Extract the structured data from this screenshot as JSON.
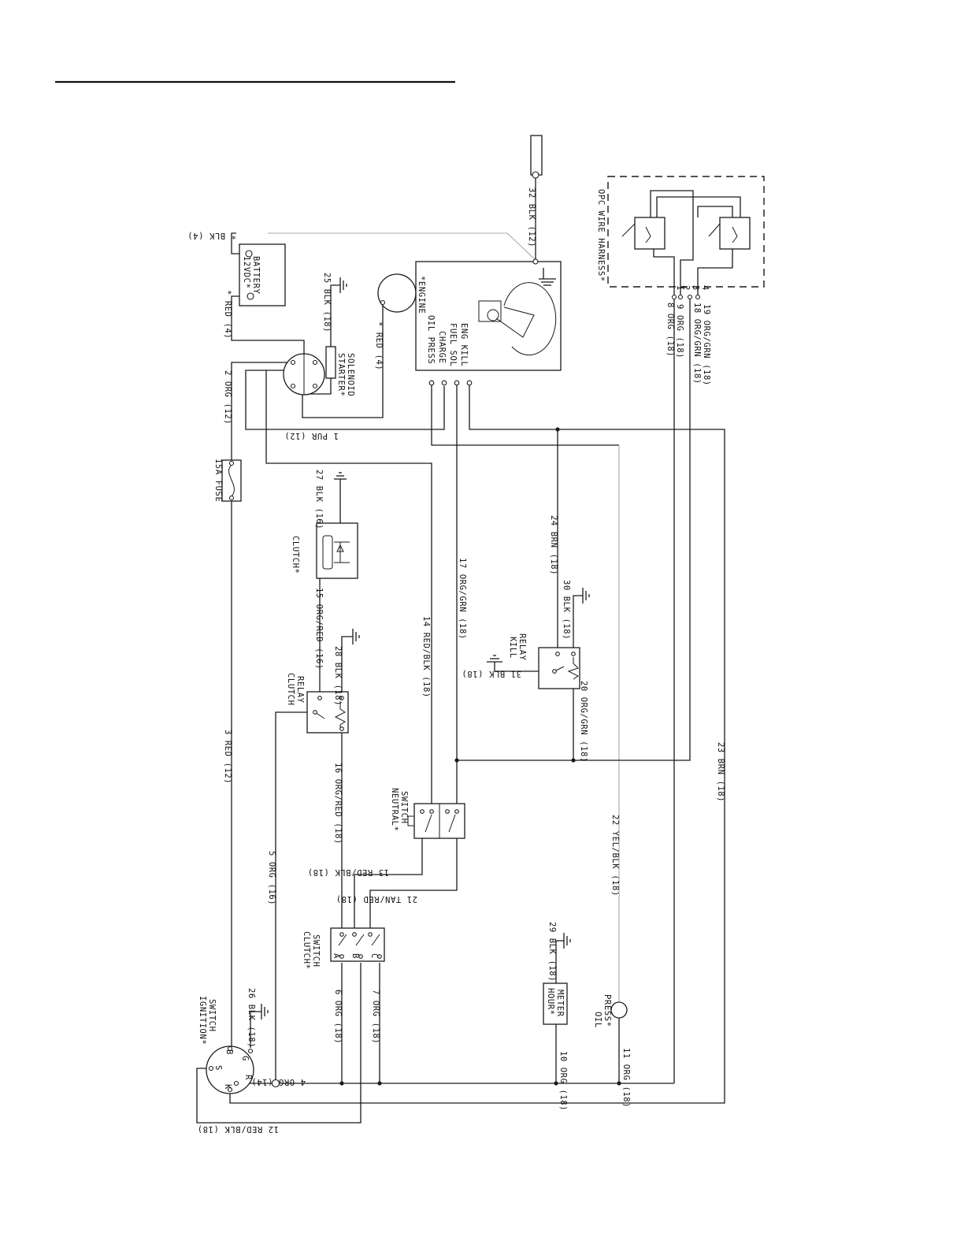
{
  "components": {
    "battery": [
      "12VDC*",
      "BATTERY"
    ],
    "starter": [
      "STARTER*",
      "SOLENOID"
    ],
    "engine": "*ENGINE",
    "engine_terms": [
      "OIL PRESS",
      "CHARGE",
      "FUEL SOL",
      "ENG KILL"
    ],
    "fuse": "15A FUSE",
    "clutch": "CLUTCH*",
    "clutch_relay": [
      "CLUTCH",
      "RELAY"
    ],
    "kill_relay": [
      "KILL",
      "RELAY"
    ],
    "neutral_switch": [
      "NEUTRAL*",
      "SWITCH"
    ],
    "clutch_switch": [
      "CLUTCH*",
      "SWITCH"
    ],
    "ignition_switch": [
      "IGNITION*",
      "SWITCH"
    ],
    "hour_meter": [
      "HOUR*",
      "METER"
    ],
    "oil_press": [
      "OIL",
      "PRESS*"
    ],
    "opc_harness": "OPC WIRE HARNESS*"
  },
  "terminals": {
    "ignition": [
      "B",
      "S",
      "G",
      "R",
      "K"
    ],
    "clutch_switch": [
      "A",
      "B",
      "C"
    ],
    "opc": [
      "1",
      "2",
      "3",
      "4"
    ]
  },
  "wires": {
    "w_blk4_batt": "* BLK (4)",
    "w_red4_batt": "* RED (4)",
    "w_red4_starter": "* RED (4)",
    "w1": "1 PUR (12)",
    "w2": "2 ORG (12)",
    "w3": "3 RED (12)",
    "w4": "4 ORG (14)",
    "w5": "5 ORG (16)",
    "w6": "6 ORG (18)",
    "w7": "7 ORG (18)",
    "w8": "8 ORG (18)",
    "w9": "9 ORG (18)",
    "w10": "10 ORG (18)",
    "w11": "11 ORG (18)",
    "w12": "12 RED/BLK (18)",
    "w13": "13 RED/BLK (18)",
    "w14": "14 RED/BLK (18)",
    "w15": "15 ORG/RED (16)",
    "w16": "16 ORG/RED (18)",
    "w17": "17 ORG/GRN (18)",
    "w18": "18 ORG/GRN (18)",
    "w19": "19 ORG/GRN (18)",
    "w20": "20 ORG/GRN (18)",
    "w21": "21 TAN/RED (18)",
    "w22": "22 YEL/BLK (18)",
    "w23": "23 BRN (18)",
    "w24": "24 BRN (18)",
    "w25": "25 BLK (18)",
    "w26": "26 BLK (18)",
    "w27": "27 BLK (16)",
    "w28": "28 BLK (18)",
    "w29": "29 BLK (18)",
    "w30": "30 BLK (18)",
    "w31": "31 BLK (18)",
    "w32": "32 BLK (12)"
  }
}
